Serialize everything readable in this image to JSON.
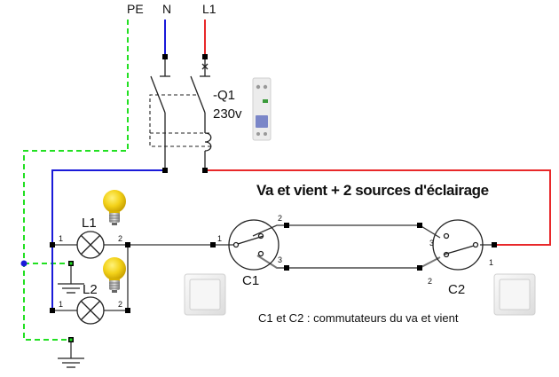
{
  "diagram": {
    "title": "Va et vient + 2 sources d'éclairage",
    "caption": "C1 et C2 : commutateurs du va et vient",
    "supply_labels": {
      "pe": "PE",
      "neutral": "N",
      "phase": "L1"
    },
    "breaker": {
      "ref": "-Q1",
      "voltage": "230v"
    },
    "lamps": [
      {
        "label": "L1",
        "terminal_a": "1",
        "terminal_b": "2"
      },
      {
        "label": "L2",
        "terminal_a": "1",
        "terminal_b": "2"
      }
    ],
    "switches": [
      {
        "label": "C1",
        "common": "1",
        "t2": "2",
        "t3": "3"
      },
      {
        "label": "C2",
        "common": "1",
        "t2": "2",
        "t3": "3"
      }
    ],
    "colors": {
      "phase": "#e8282a",
      "neutral": "#1a1ad9",
      "earth": "#22e022",
      "wire": "#333333",
      "bulb": "#f2d21a"
    }
  }
}
